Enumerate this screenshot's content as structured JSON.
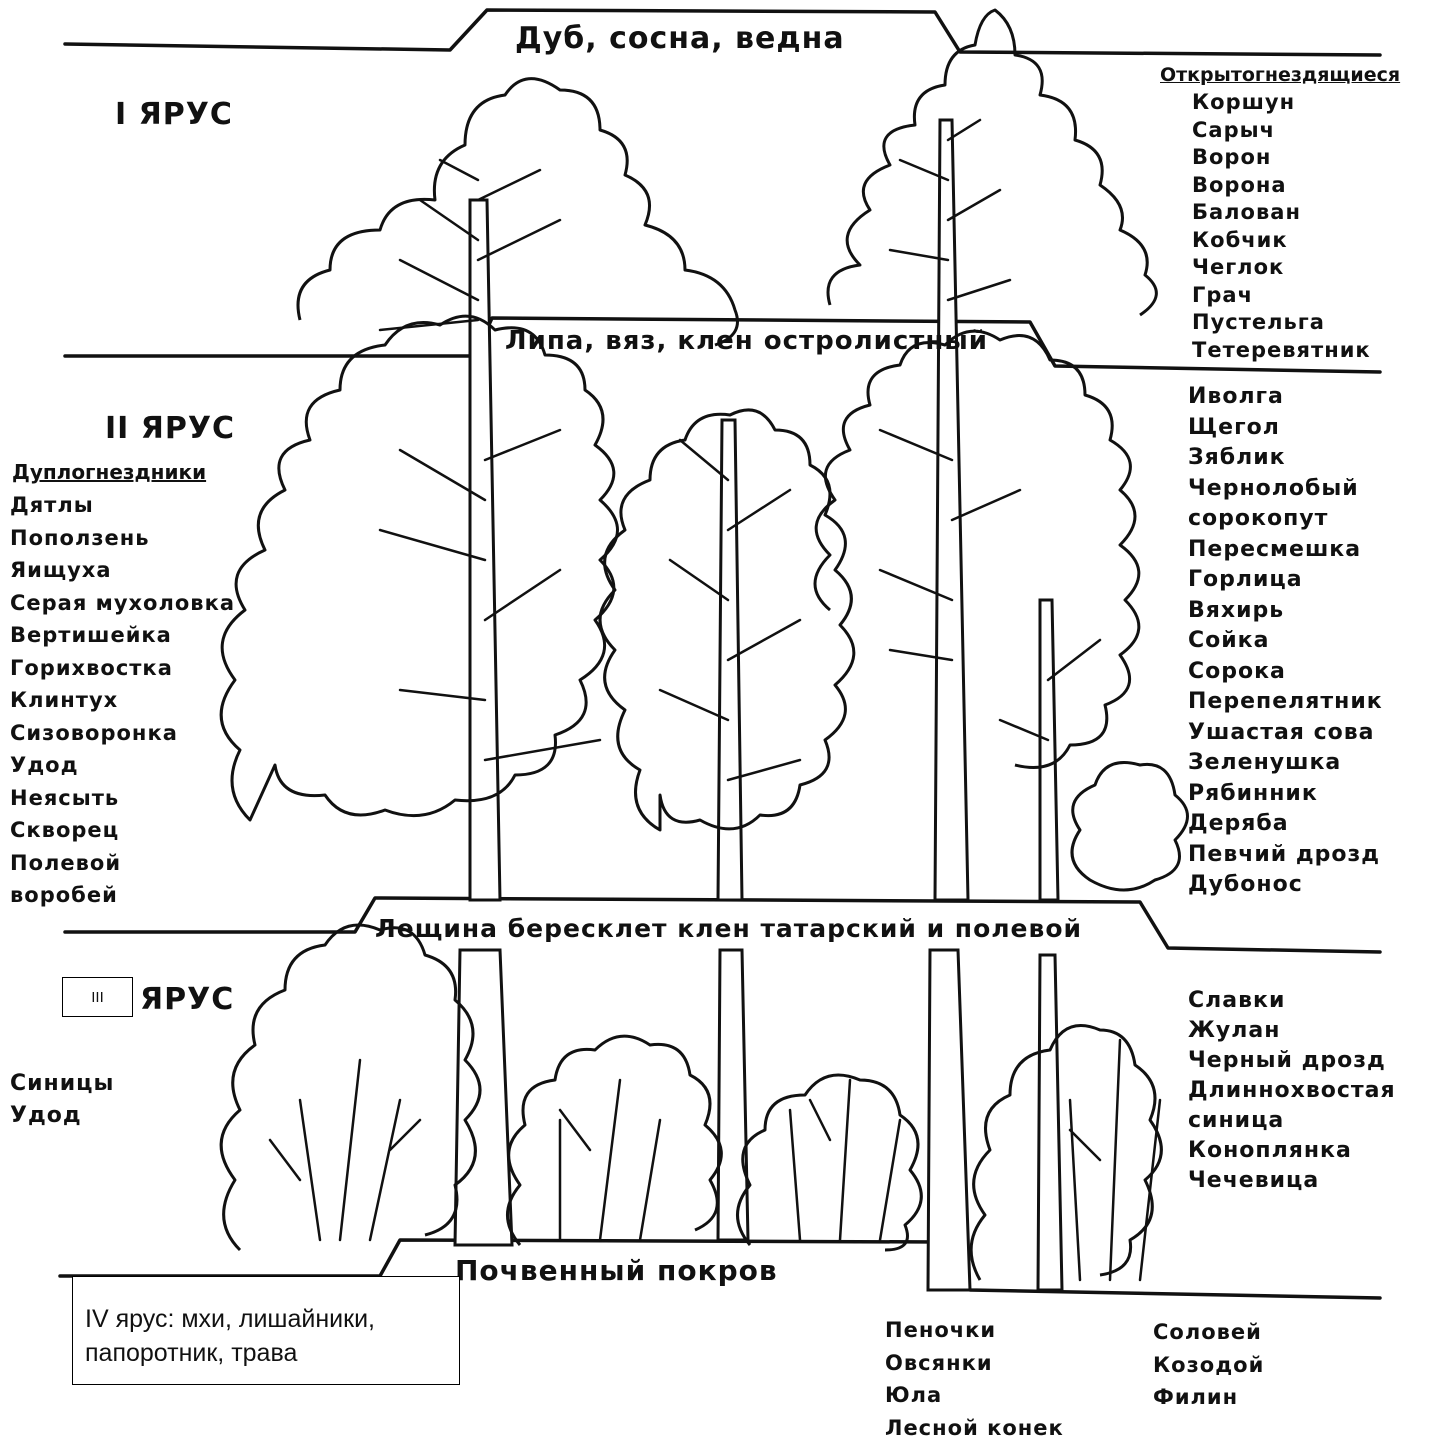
{
  "banners": {
    "tier1": "Дуб, сосна, ведна",
    "tier2": "Липа, вяз, клен остролистный",
    "tier3": "Лещина бересклет клен татарский и полевой",
    "ground": "Почвенный покров"
  },
  "tiers": {
    "tier1_label": "I ЯРУС",
    "tier2_label": "II ЯРУС",
    "tier3_box": "III",
    "tier3_label": "ЯРУС",
    "tier4_note": "IV ярус: мхи, лишайники, папоротник, трава"
  },
  "tier1_birds": {
    "heading": "Открытогнездящиеся",
    "items": [
      "Коршун",
      "Сарыч",
      "Ворон",
      "Ворона",
      "Балован",
      "Кобчик",
      "Чеглок",
      "Грач",
      "Пустельга",
      "Тетеревятник"
    ]
  },
  "tier2_left": {
    "heading": "Дуплогнездники",
    "items": [
      "Дятлы",
      "Поползень",
      "Яищуха",
      "Серая мухоловка",
      "Вертишейка",
      "Горихвостка",
      "Клинтух",
      "Сизоворонка",
      "Удод",
      "Неясыть",
      "Скворец",
      "Полевой",
      "воробей"
    ]
  },
  "tier2_right": {
    "items": [
      "Иволга",
      "Щегол",
      "Зяблик",
      "Чернолобый",
      "сорокопут",
      "Пересмешка",
      "Горлица",
      "Вяхирь",
      "Сойка",
      "Сорока",
      "Перепелятник",
      "Ушастая сова",
      "Зеленушка",
      "Рябинник",
      "Деряба",
      "Певчий дрозд",
      "Дубонос"
    ]
  },
  "tier3_left": {
    "items": [
      "Синицы",
      "Удод"
    ]
  },
  "tier3_right": {
    "items": [
      "Славки",
      "Жулан",
      "Черный дрозд",
      "Длиннохвостая",
      "синица",
      "Коноплянка",
      "Чечевица"
    ]
  },
  "ground_birds": {
    "col1": [
      "Пеночки",
      "Овсянки",
      "Юла",
      "Лесной конек"
    ],
    "col2": [
      "Соловей",
      "Козодой",
      "Филин"
    ]
  },
  "colors": {
    "ink": "#111111",
    "paper": "#ffffff"
  }
}
